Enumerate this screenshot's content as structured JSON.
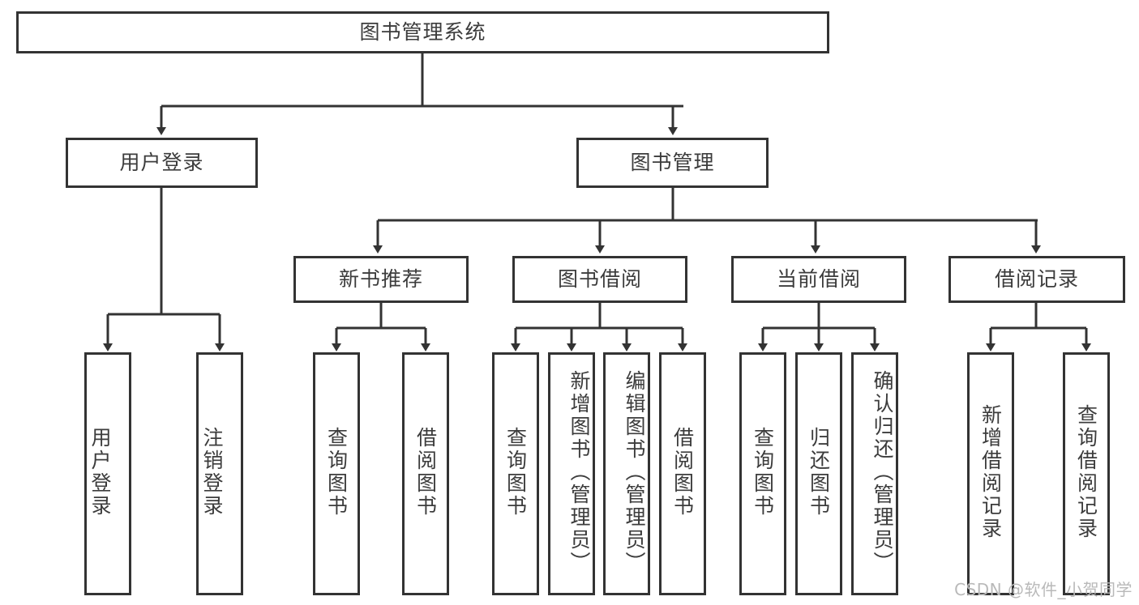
{
  "diagram": {
    "title": "图书管理系统",
    "root": {
      "label": "图书管理系统"
    },
    "level2": [
      {
        "label": "用户登录"
      },
      {
        "label": "图书管理"
      }
    ],
    "level3": [
      {
        "label": "新书推荐"
      },
      {
        "label": "图书借阅"
      },
      {
        "label": "当前借阅"
      },
      {
        "label": "借阅记录"
      }
    ],
    "leaves": {
      "user_login": [
        {
          "label": "用户登录"
        },
        {
          "label": "注销登录"
        }
      ],
      "new_book": [
        {
          "label": "查询图书"
        },
        {
          "label": "借阅图书"
        }
      ],
      "borrow_book": [
        {
          "label": "查询图书"
        },
        {
          "label": "新增图书（管理员）"
        },
        {
          "label": "编辑图书（管理员）"
        },
        {
          "label": "借阅图书"
        }
      ],
      "current_borrow": [
        {
          "label": "查询图书"
        },
        {
          "label": "归还图书"
        },
        {
          "label": "确认归还（管理员）"
        }
      ],
      "borrow_record": [
        {
          "label": "新增借阅记录"
        },
        {
          "label": "查询借阅记录"
        }
      ]
    }
  },
  "watermark": {
    "text": "CSDN @软件_小贺同学"
  },
  "colors": {
    "stroke": "#333333",
    "text": "#3c3c3c",
    "background": "#ffffff",
    "watermark": "#b9b9b9"
  }
}
